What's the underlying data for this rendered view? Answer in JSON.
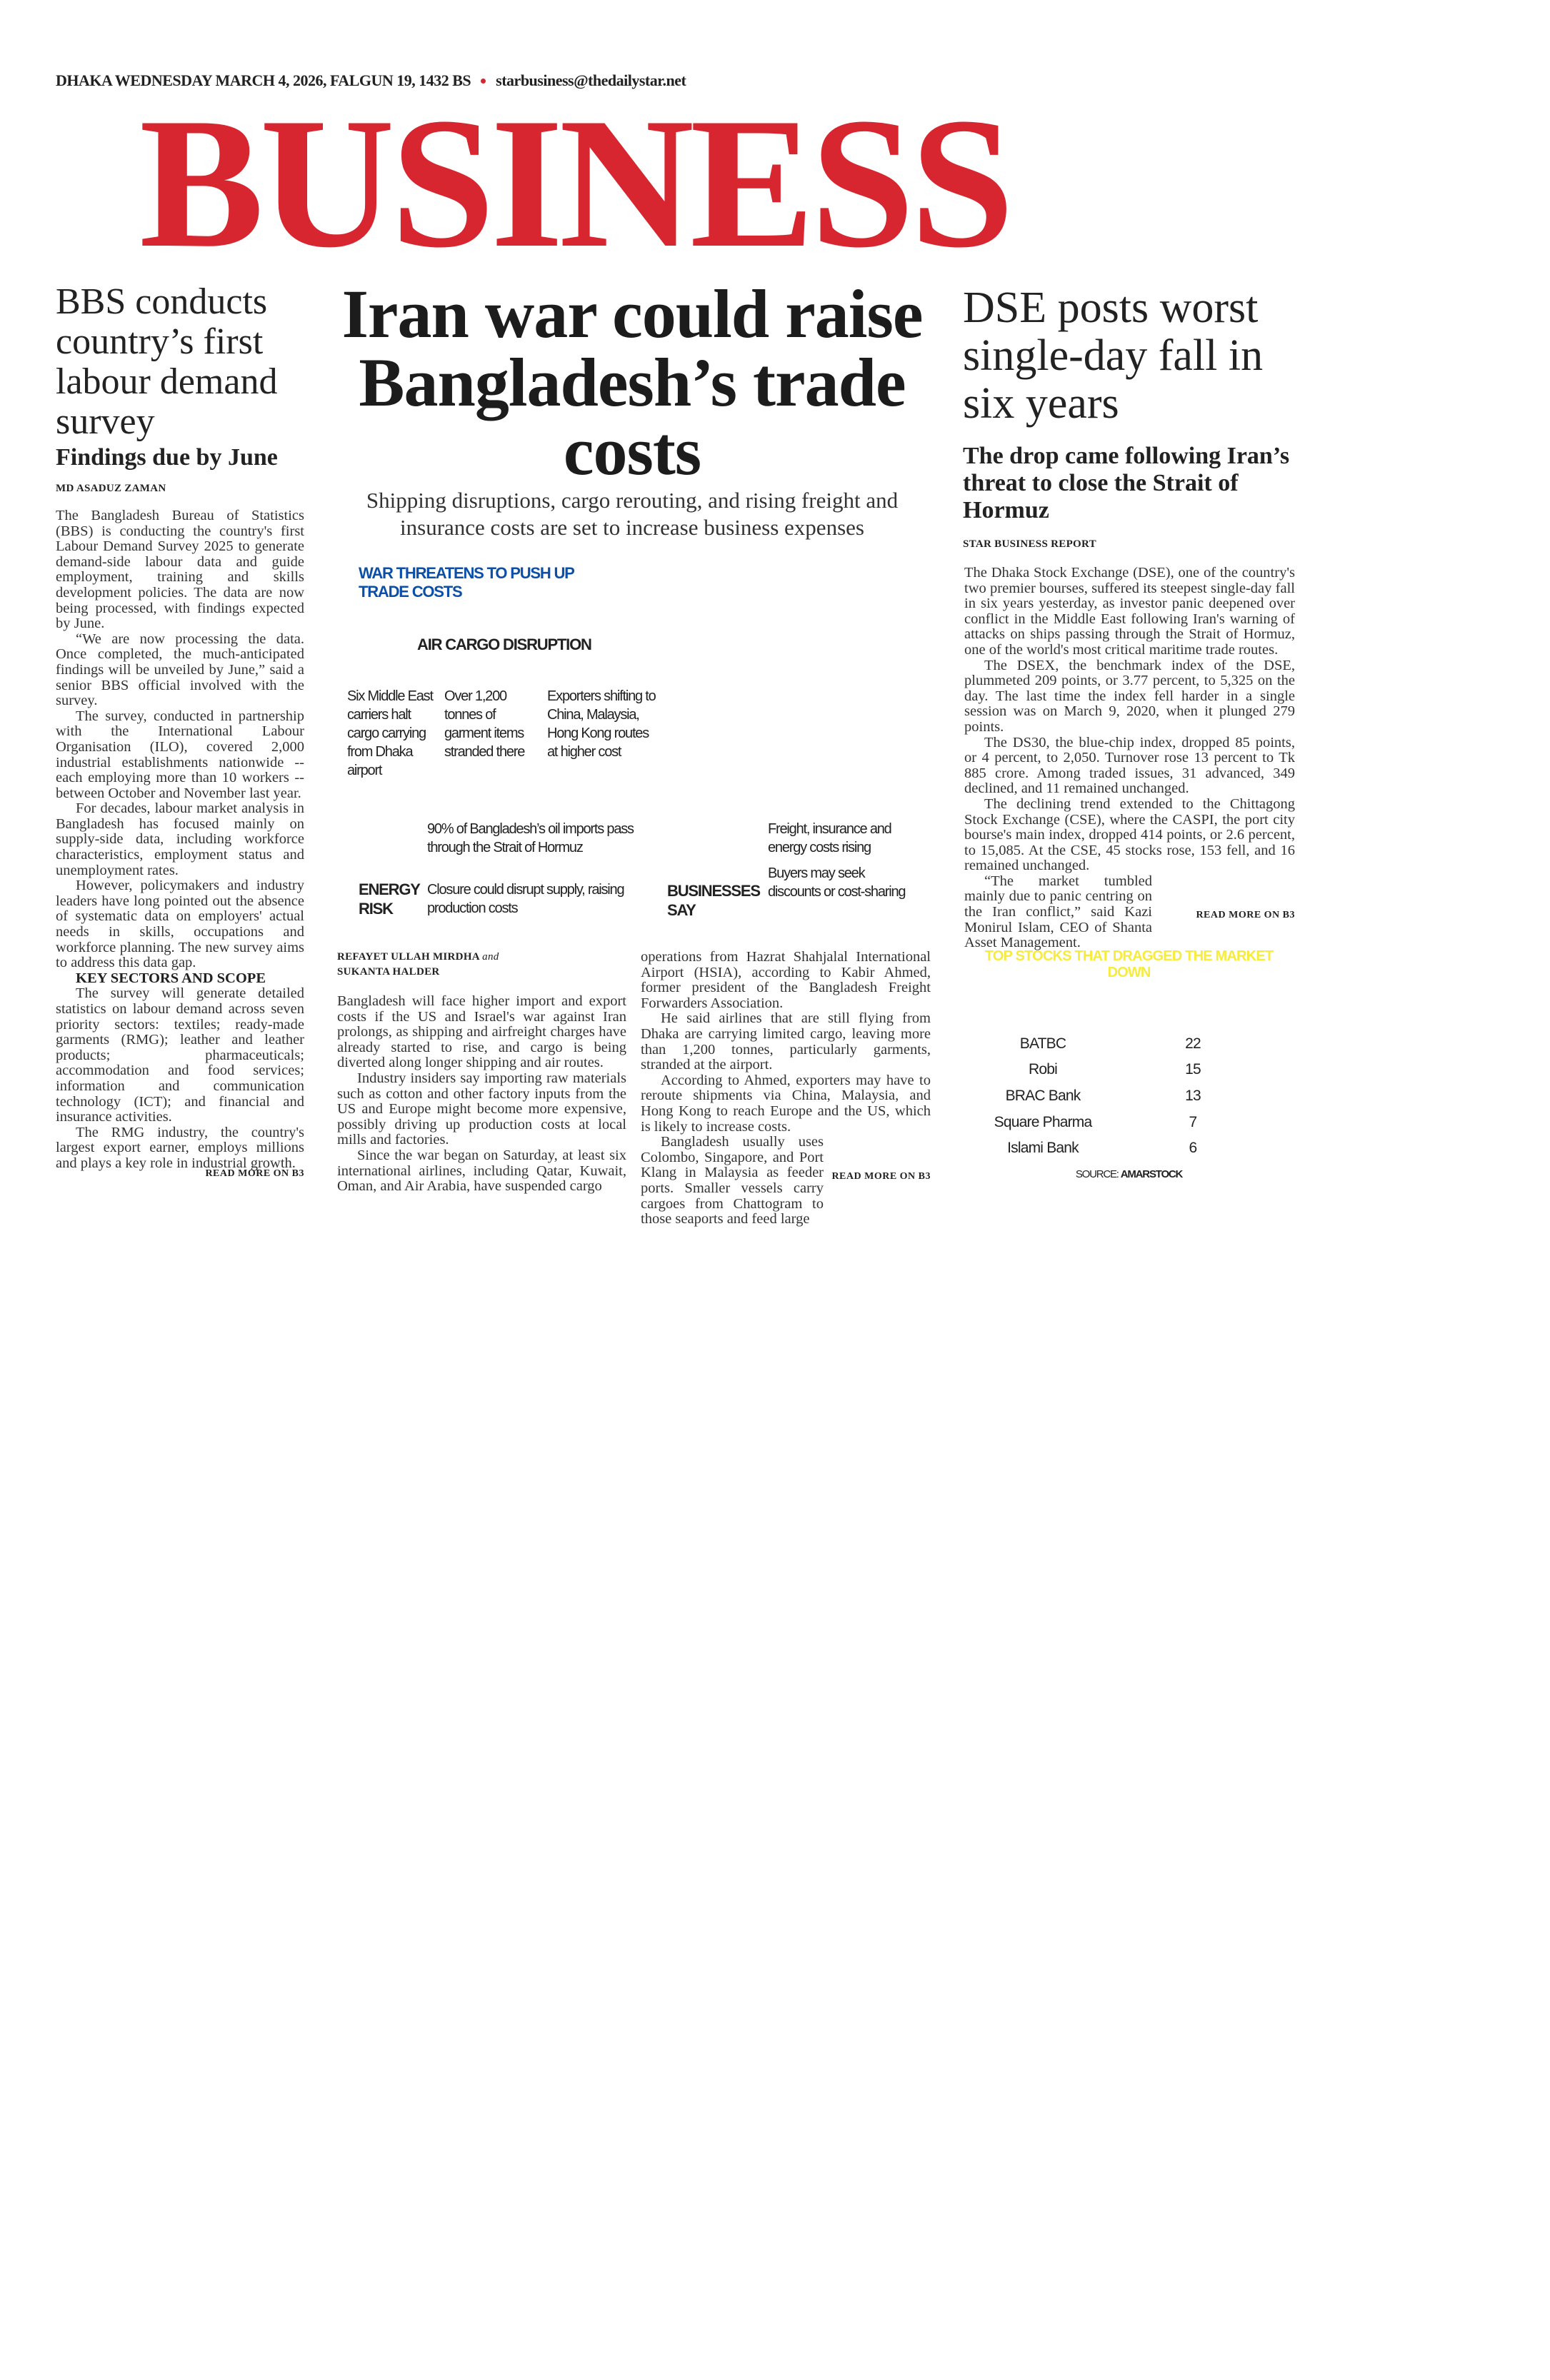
{
  "header": {
    "dateline": "DHAKA WEDNESDAY MARCH 4, 2026, FALGUN 19, 1432 BS",
    "email": "starbusiness@thedailystar.net",
    "masthead": "BUSINESS"
  },
  "left_story": {
    "headline": "BBS conducts country’s first labour demand survey",
    "deck": "Findings due by June",
    "byline": "MD ASADUZ ZAMAN",
    "paragraphs": [
      "The Bangladesh Bureau of Statistics (BBS) is conducting the country's first Labour Demand Survey 2025 to generate demand-side labour data and guide employment, training and skills development policies. The data are now being processed, with findings expected by June.",
      "“We are now processing the data. Once completed, the much-anticipated findings will be unveiled by June,” said a senior BBS official involved with the survey.",
      "The survey, conducted in partnership with the International Labour Organisation (ILO), covered 2,000 industrial establishments nationwide -- each employing more than 10 workers -- between October and November last year.",
      "For decades, labour market analysis in Bangladesh has focused mainly on supply-side data, including workforce characteristics, employment status and unemployment rates.",
      "However, policymakers and industry leaders have long pointed out the absence of systematic data on employers' actual needs in skills, occupations and workforce planning. The new survey aims to address this data gap."
    ],
    "subhead": "KEY SECTORS AND SCOPE",
    "paragraphs2": [
      "The survey will generate detailed statistics on labour demand across seven priority sectors: textiles; ready-made garments (RMG); leather and leather products; pharmaceuticals; accommodation and food services; information and communication technology (ICT); and financial and insurance activities.",
      "The RMG industry, the country's largest export earner, employs millions and plays a key role in industrial growth."
    ],
    "read_more": "READ MORE ON B3"
  },
  "center_story": {
    "headline": "Iran war could raise Bangladesh’s trade costs",
    "deck": "Shipping disruptions, cargo rerouting, and rising freight and insurance costs are set to increase business expenses",
    "infographic": {
      "title": "WAR THREATENS TO PUSH UP TRADE COSTS",
      "air_cargo_title": "AIR CARGO DISRUPTION",
      "air_cargo_points": [
        "Six Middle East carriers halt cargo carrying from Dhaka airport",
        "Over 1,200 tonnes of garment items stranded there",
        "Exporters shifting to China, Malaysia, Hong Kong routes at higher cost"
      ],
      "energy_label": "ENERGY RISK",
      "energy_points": [
        "90% of Bangladesh’s oil imports pass through the Strait of Hormuz",
        "Closure could disrupt supply, raising production costs"
      ],
      "business_label": "BUSINESSES SAY",
      "business_points": [
        "Freight, insurance and energy costs rising",
        "Buyers may seek discounts or cost-sharing"
      ],
      "colors": {
        "title": "#0b4fa8"
      }
    },
    "byline_1": "REFAYET ULLAH MIRDHA",
    "byline_and": "and",
    "byline_2": "SUKANTA HALDER",
    "paragraphs": [
      "Bangladesh will face higher import and export costs if the US and Israel's war against Iran prolongs, as shipping and airfreight charges have already started to rise, and cargo is being diverted along longer shipping and air routes.",
      "Industry insiders say importing raw materials such as cotton and other factory inputs from the US and Europe might become more expensive, possibly driving up production costs at local mills and factories.",
      "Since the war began on Saturday, at least six international airlines, including Qatar, Kuwait, Oman, and Air Arabia, have suspended cargo"
    ],
    "paragraphs2": [
      "operations from Hazrat Shahjalal International Airport (HSIA), according to Kabir Ahmed, former president of the Bangladesh Freight Forwarders Association.",
      "He said airlines that are still flying from Dhaka are carrying limited cargo, leaving more than 1,200 tonnes, particularly garments, stranded at the airport.",
      "According to Ahmed, exporters may have to reroute shipments via China, Malaysia, and Hong Kong to reach Europe and the US, which is likely to increase costs.",
      "Bangladesh usually uses Colombo, Singapore, and Port Klang in Malaysia as feeder ports. Smaller vessels carry cargoes from Chattogram to those seaports and feed large"
    ],
    "read_more": "READ MORE ON B3"
  },
  "right_story": {
    "headline": "DSE posts worst single-day fall in six years",
    "deck": "The drop came following Iran’s threat to close the Strait of Hormuz",
    "byline": "STAR BUSINESS REPORT",
    "paragraphs": [
      "The Dhaka Stock Exchange (DSE), one of the country's two premier bourses, suffered its steepest single-day fall in six years yesterday, as investor panic deepened over conflict in the Middle East following Iran's warning of attacks on ships passing through the Strait of Hormuz, one of the world's most critical maritime trade routes.",
      "The DSEX, the benchmark index of the DSE, plummeted 209 points, or 3.77 percent, to 5,325 on the day. The last time the index fell harder in a single session was on March 9, 2020, when it plunged 279 points.",
      "The DS30, the blue-chip index, dropped 85 points, or 4 percent, to 2,050. Turnover rose 13 percent to Tk 885 crore. Among traded issues, 31 advanced, 349 declined, and 11 remained unchanged.",
      "The declining trend extended to the Chittagong Stock Exchange (CSE), where the CASPI, the port city bourse's main index, dropped 414 points, or 2.6 percent, to 15,085. At the CSE, 45 stocks rose, 153 fell, and 16 remained unchanged.",
      "“The market tumbled mainly due to panic centring on the Iran conflict,” said Kazi Monirul Islam, CEO of Shanta Asset Management."
    ],
    "read_more": "READ MORE ON B3",
    "stocks_table": {
      "title": "TOP STOCKS THAT DRAGGED THE MARKET DOWN",
      "rows": [
        {
          "name": "BATBC",
          "value": "22"
        },
        {
          "name": "Robi",
          "value": "15"
        },
        {
          "name": "BRAC Bank",
          "value": "13"
        },
        {
          "name": "Square Pharma",
          "value": "7"
        },
        {
          "name": "Islami Bank",
          "value": "6"
        }
      ],
      "source_label": "SOURCE:",
      "source": "AMARSTOCK",
      "colors": {
        "title": "#f7ec3b"
      }
    }
  },
  "colors": {
    "masthead": "#d7262f"
  }
}
